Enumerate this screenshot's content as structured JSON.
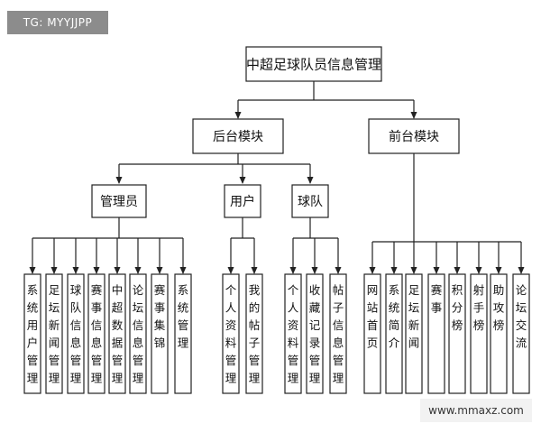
{
  "tag": "TG: MYYJJPP",
  "watermark": "www.mmaxz.com",
  "tree": {
    "label": "中超足球队员信息管理",
    "children": [
      {
        "label": "后台模块",
        "children": [
          {
            "label": "管理员",
            "children": [
              "系统用户管理",
              "足坛新闻管理",
              "球队信息管理",
              "赛事信息管理",
              "中超数据管理",
              "论坛信息管理",
              "赛事集锦",
              "系统管理"
            ]
          },
          {
            "label": "用户",
            "children": [
              "个人资料管理",
              "我的帖子管理"
            ]
          },
          {
            "label": "球队",
            "children": [
              "个人资料管理",
              "收藏记录管理",
              "帖子信息管理"
            ]
          }
        ]
      },
      {
        "label": "前台模块",
        "children": [
          "网站首页",
          "系统简介",
          "足坛新闻",
          "赛事",
          "积分榜",
          "射手榜",
          "助攻榜",
          "论坛交流"
        ]
      }
    ]
  }
}
